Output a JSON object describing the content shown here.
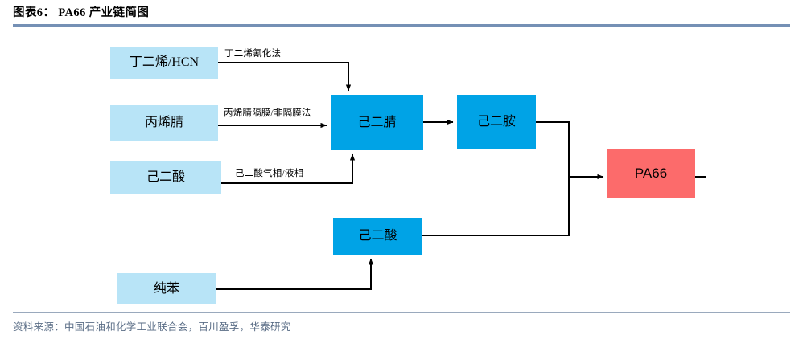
{
  "header": {
    "title": "图表6： PA66 产业链简图",
    "rule_color": "#7590b5"
  },
  "footer": {
    "source_text": "资料来源：中国石油和化学工业联合会，百川盈孚，华泰研究"
  },
  "colors": {
    "input_box": "#b8e4f7",
    "process_box": "#00a3e6",
    "product_box": "#fc6b6b",
    "connector": "#000000"
  },
  "diagram": {
    "type": "flowchart",
    "nodes": [
      {
        "id": "butadiene_hcn",
        "label": "丁二烯/HCN",
        "kind": "input"
      },
      {
        "id": "acrylonitrile",
        "label": "丙烯腈",
        "kind": "input"
      },
      {
        "id": "adipic_acid_in",
        "label": "己二酸",
        "kind": "input"
      },
      {
        "id": "pure_benzene",
        "label": "纯苯",
        "kind": "input"
      },
      {
        "id": "adiponitrile",
        "label": "己二腈",
        "kind": "process"
      },
      {
        "id": "hexamethylenediamine",
        "label": "己二胺",
        "kind": "process"
      },
      {
        "id": "adipic_acid_mid",
        "label": "己二酸",
        "kind": "process"
      },
      {
        "id": "pa66",
        "label": "PA66",
        "kind": "product"
      }
    ],
    "edges": [
      {
        "from": "butadiene_hcn",
        "to": "adiponitrile",
        "label": "丁二烯氰化法"
      },
      {
        "from": "acrylonitrile",
        "to": "adiponitrile",
        "label": "丙烯腈隔膜/非隔膜法"
      },
      {
        "from": "adipic_acid_in",
        "to": "adiponitrile",
        "label": "己二酸气相/液相"
      },
      {
        "from": "adiponitrile",
        "to": "hexamethylenediamine",
        "label": ""
      },
      {
        "from": "hexamethylenediamine",
        "to": "pa66",
        "label": ""
      },
      {
        "from": "pure_benzene",
        "to": "adipic_acid_mid",
        "label": ""
      },
      {
        "from": "adipic_acid_mid",
        "to": "pa66",
        "label": ""
      }
    ]
  }
}
